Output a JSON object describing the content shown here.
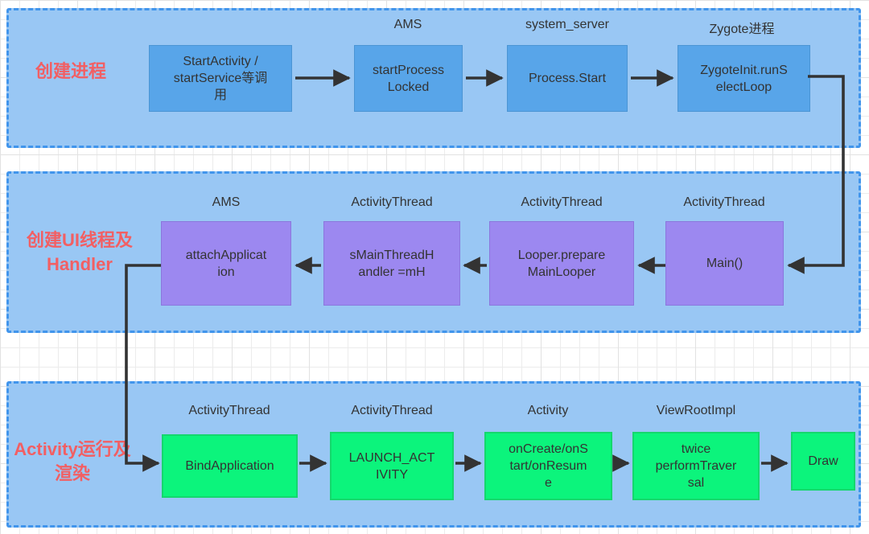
{
  "colors": {
    "band_fill": "#99c7f4",
    "band_border": "#4195ec",
    "process_box_fill": "#58a5e9",
    "process_box_border": "#4b95d4",
    "thread_box_fill": "#9c88f0",
    "thread_box_border": "#8b77dd",
    "activity_box_fill": "#0cf47c",
    "activity_box_border": "#15d76d",
    "arrow": "#333333",
    "label_red": "#f25f63",
    "text": "#333333",
    "grid_line": "#ececec",
    "grid_line_major": "#e2e2e2",
    "background": "#ffffff"
  },
  "bands": [
    {
      "id": "create-process",
      "label_lines": [
        "创建进程"
      ],
      "nodes": [
        {
          "lines": [
            "StartActivity /",
            "startService等调",
            "用"
          ]
        },
        {
          "title": "AMS",
          "lines": [
            "startProcess",
            "Locked"
          ]
        },
        {
          "title": "system_server",
          "lines": [
            "Process.Start"
          ]
        },
        {
          "title": "Zygote进程",
          "lines": [
            "ZygoteInit.runS",
            "electLoop"
          ]
        }
      ]
    },
    {
      "id": "create-ui-thread-and-handler",
      "label_lines": [
        "创建UI线程及",
        "Handler"
      ],
      "nodes": [
        {
          "title": "AMS",
          "lines": [
            "attachApplicat",
            "ion"
          ]
        },
        {
          "title": "ActivityThread",
          "lines": [
            "sMainThreadH",
            "andler =mH"
          ]
        },
        {
          "title": "ActivityThread",
          "lines": [
            "Looper.prepare",
            "MainLooper"
          ]
        },
        {
          "title": "ActivityThread",
          "lines": [
            "Main()"
          ]
        }
      ]
    },
    {
      "id": "activity-run-and-render",
      "label_lines": [
        "Activity运行及",
        "渲染"
      ],
      "nodes": [
        {
          "title": "ActivityThread",
          "lines": [
            "BindApplication"
          ]
        },
        {
          "title": "ActivityThread",
          "lines": [
            "LAUNCH_ACT",
            "IVITY"
          ]
        },
        {
          "title": "Activity",
          "lines": [
            "onCreate/onS",
            "tart/onResum",
            "e"
          ]
        },
        {
          "title": "ViewRootImpl",
          "lines": [
            "twice",
            "performTraver",
            "sal"
          ]
        },
        {
          "lines": [
            "Draw"
          ]
        }
      ]
    }
  ]
}
